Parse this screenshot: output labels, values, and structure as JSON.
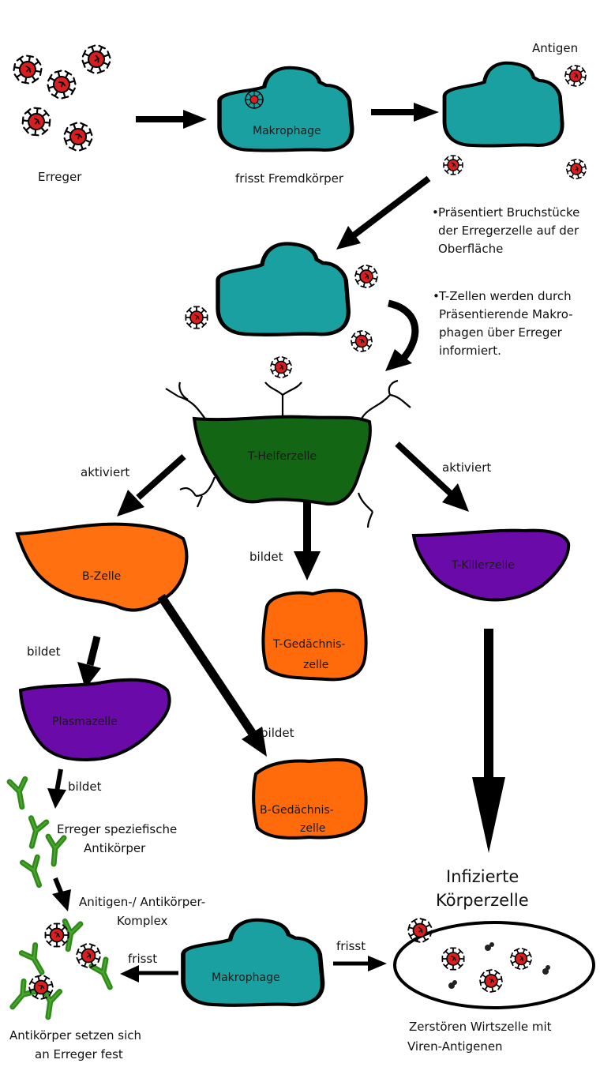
{
  "labels": {
    "erreger": "Erreger",
    "antigen": "Antigen",
    "makrophage_top": "Makrophage",
    "frisst_fremdkoerper": "frisst Fremdkörper",
    "t_helferzelle": "T-Helferzelle",
    "aktiviert_left": "aktiviert",
    "aktiviert_right": "aktiviert",
    "b_zelle": "B-Zelle",
    "bildet_mid": "bildet",
    "t_gedaechtnis_1": "T-Gedächnis-",
    "t_gedaechtnis_2": "zelle",
    "t_killerzelle": "T-Killerzelle",
    "bildet_left": "bildet",
    "plasmazelle": "Plasmazelle",
    "bildet_b": "bildet",
    "bildet_plasma": "bildet",
    "b_gedaechtnis_1": "B-Gedächnis-",
    "b_gedaechtnis_2": "zelle",
    "antikoerper_1": "Erreger speziefische",
    "antikoerper_2": "Antikörper",
    "komplex_1": "Anitigen-/ Antikörper-",
    "komplex_2": "Komplex",
    "frisst_left": "frisst",
    "makrophage_bottom": "Makrophage",
    "frisst_right": "frisst",
    "infizierte_1": "Infizierte",
    "infizierte_2": "Körperzelle",
    "antikoerper_fest_1": "Antikörper setzen sich",
    "antikoerper_fest_2": "an Erreger fest",
    "zerstoeren_1": "Zerstören Wirtszelle mit",
    "zerstoeren_2": "Viren-Antigenen"
  },
  "notes": {
    "praesentiert": [
      "Präsentiert Bruchstücke",
      "der Erregerzelle auf der",
      "Oberfläche"
    ],
    "tzellen": [
      "T-Zellen werden durch",
      "Präsentierende Makro-",
      "phagen über Erreger",
      "informiert."
    ],
    "bullet": "•"
  },
  "colors": {
    "macrophage": "#1aa0a0",
    "t_helper": "#136613",
    "b_cell": "#ff7010",
    "memory": "#ff6a0a",
    "killer": "#6a0aa8",
    "pathogen": "#d81e1e",
    "antibody": "#2f8a1a",
    "arrow": "#000000"
  }
}
